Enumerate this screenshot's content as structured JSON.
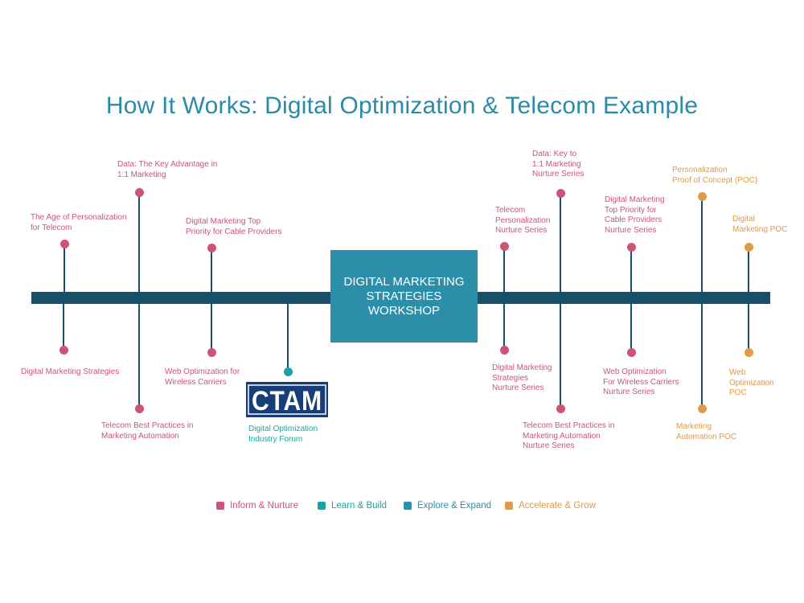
{
  "title": "How It Works: Digital Optimization & Telecom Example",
  "center_box": {
    "label": "DIGITAL MARKETING\nSTRATEGIES\nWORKSHOP"
  },
  "colors": {
    "pink": "#cc5478",
    "teal": "#17a5a5",
    "blue": "#2b8faa",
    "orange": "#e09a4a",
    "timeline": "#16506b",
    "title": "#2a8ba8",
    "logo_bg": "#173e78"
  },
  "logo": {
    "text": "CTAM"
  },
  "milestones": [
    {
      "label": "The Age of Personalization\nfor Telecom",
      "category": "inform"
    },
    {
      "label": "Data: The Key Advantage in\n1:1 Marketing",
      "category": "inform"
    },
    {
      "label": "Digital Marketing Top\nPriority for Cable Providers",
      "category": "inform"
    },
    {
      "label": "Digital Marketing Strategies",
      "category": "inform"
    },
    {
      "label": "Telecom Best Practices in\nMarketing Automation",
      "category": "inform"
    },
    {
      "label": "Web Optimization for\nWireless Carriers",
      "category": "inform"
    },
    {
      "label": "Digital Optimization\nIndustry Forum",
      "category": "learn"
    },
    {
      "label": "Telecom\nPersonalization\nNurture Series",
      "category": "inform"
    },
    {
      "label": "Data: Key to\n1:1 Marketing\nNurture Series",
      "category": "inform"
    },
    {
      "label": "Digital Marketing\nTop Priority for\nCable Providers\nNurture Series",
      "category": "inform"
    },
    {
      "label": "Personalization\nProof of Concept (POC)",
      "category": "accelerate"
    },
    {
      "label": "Digital\nMarketing POC",
      "category": "accelerate"
    },
    {
      "label": "Digital Marketing\nStrategies\nNurture Series",
      "category": "inform"
    },
    {
      "label": "Telecom Best Practices in\nMarketing Automation\nNurture Series",
      "category": "inform"
    },
    {
      "label": "Web Optimization\nFor Wireless Carriers\nNurture Series",
      "category": "inform"
    },
    {
      "label": "Marketing\nAutomation POC",
      "category": "accelerate"
    },
    {
      "label": "Web\nOptimization\nPOC",
      "category": "accelerate"
    }
  ],
  "legend": [
    {
      "label": "Inform & Nurture",
      "color": "#cc5478"
    },
    {
      "label": "Learn & Build",
      "color": "#17a5a5"
    },
    {
      "label": "Explore & Expand",
      "color": "#2b8faa"
    },
    {
      "label": "Accelerate & Grow",
      "color": "#e09a4a"
    }
  ]
}
